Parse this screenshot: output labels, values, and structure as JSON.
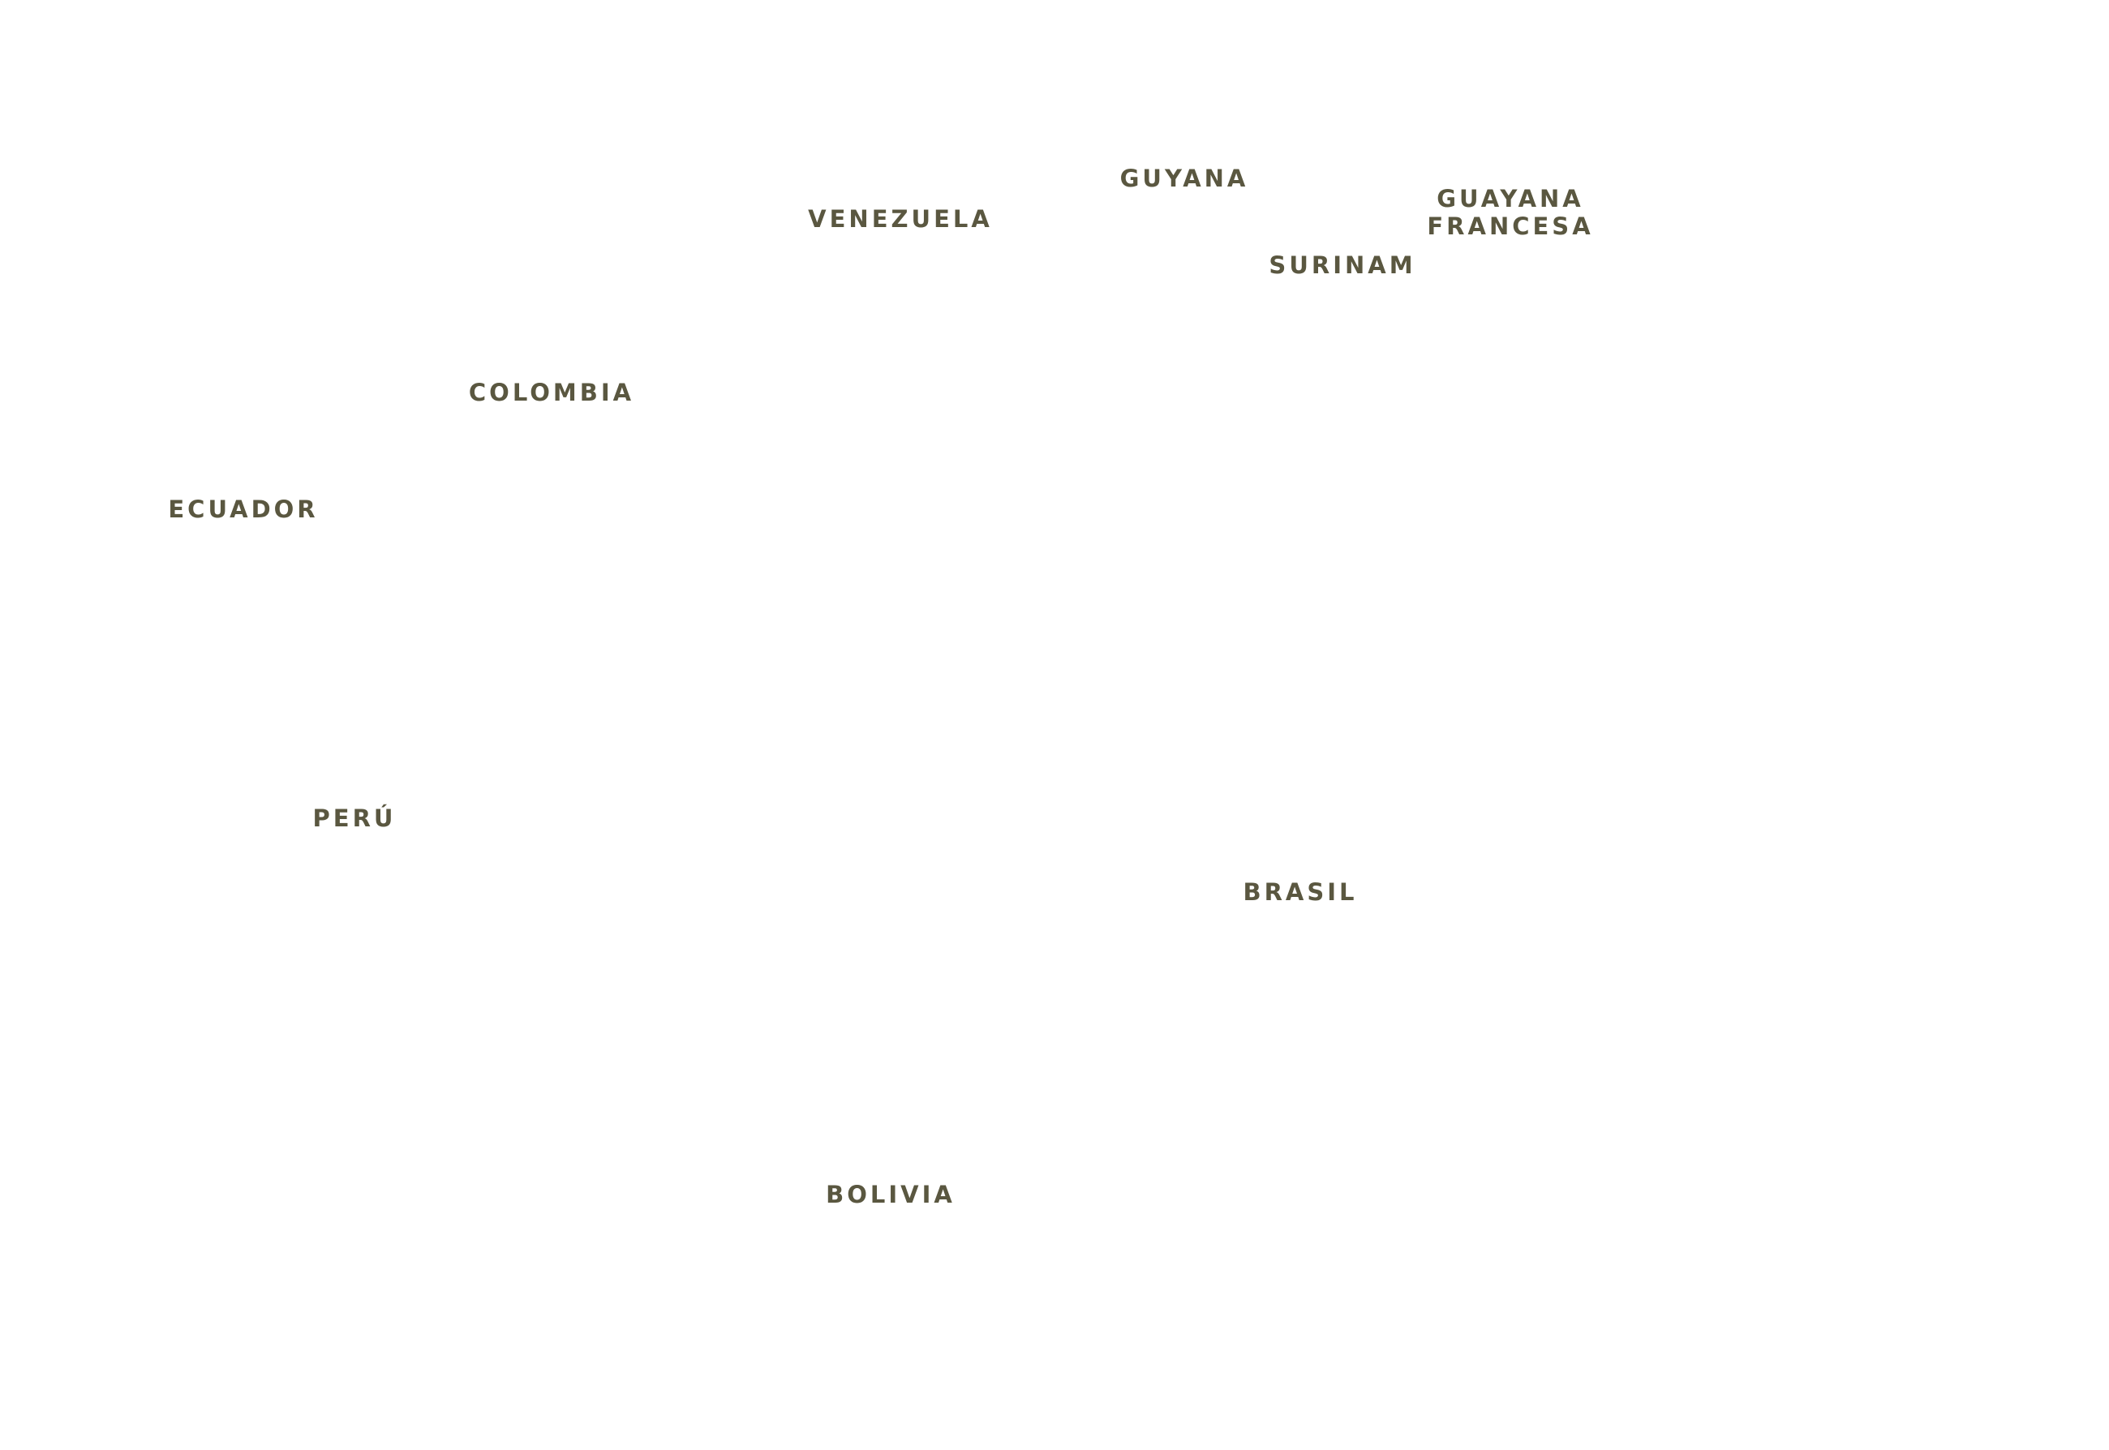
{
  "map": {
    "label_color": "#5a5740",
    "background_color": "#ffffff",
    "countries": {
      "venezuela": "VENEZUELA",
      "guyana": "GUYANA",
      "surinam": "SURINAM",
      "guayana_francesa_line1": "GUAYANA",
      "guayana_francesa_line2": "FRANCESA",
      "colombia": "COLOMBIA",
      "ecuador": "ECUADOR",
      "peru": "PERÚ",
      "brasil": "BRASIL",
      "bolivia": "BOLIVIA"
    }
  }
}
